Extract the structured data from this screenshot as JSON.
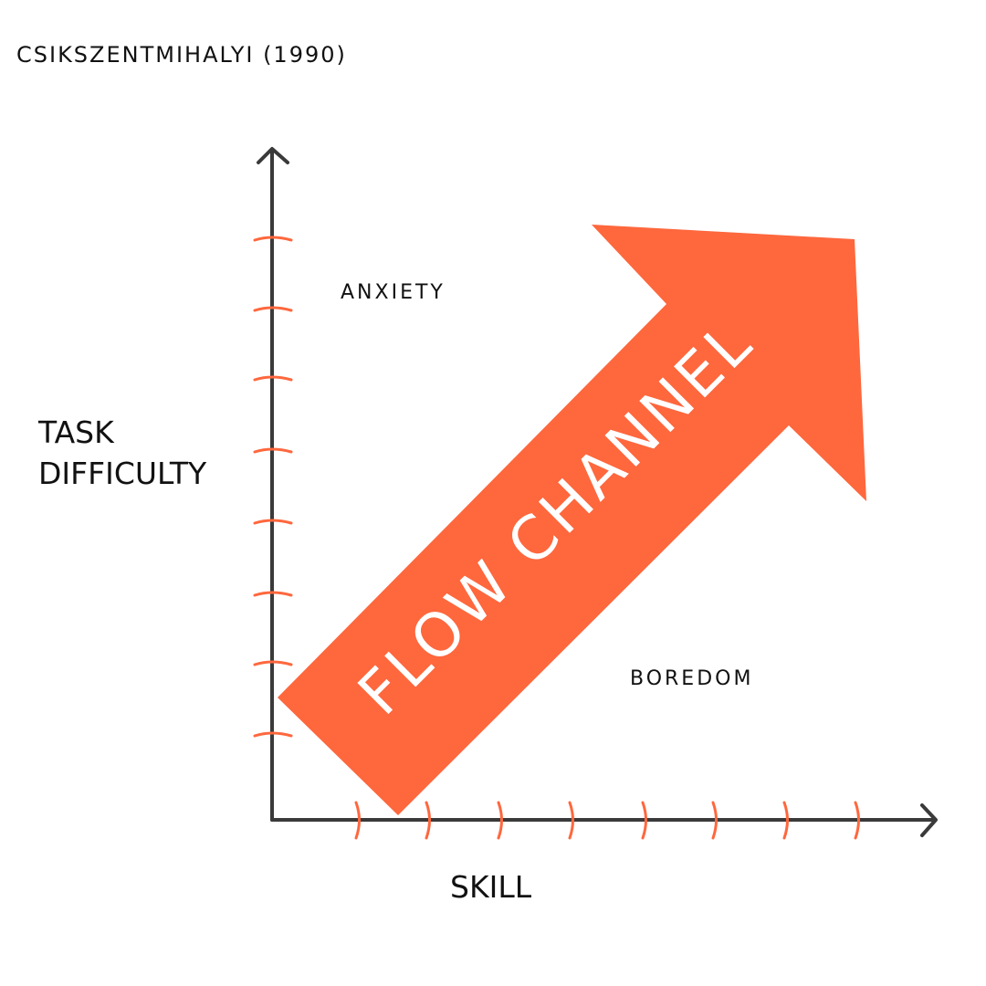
{
  "citation": "CSIKSZENTMIHALYI (1990)",
  "y_axis_label": [
    "TASK",
    "DIFFICULTY"
  ],
  "x_axis_label": "SKILL",
  "regions": {
    "upper": "ANXIETY",
    "lower": "BOREDOM"
  },
  "arrow_label": "FLOW CHANNEL",
  "colors": {
    "accent": "#FF673D",
    "axis": "#3A3A3A",
    "text": "#111111",
    "arrow_text": "#FFFFFF",
    "background": "#FFFFFF"
  },
  "icons": {
    "axis_heads": "arrow-head-icon"
  }
}
